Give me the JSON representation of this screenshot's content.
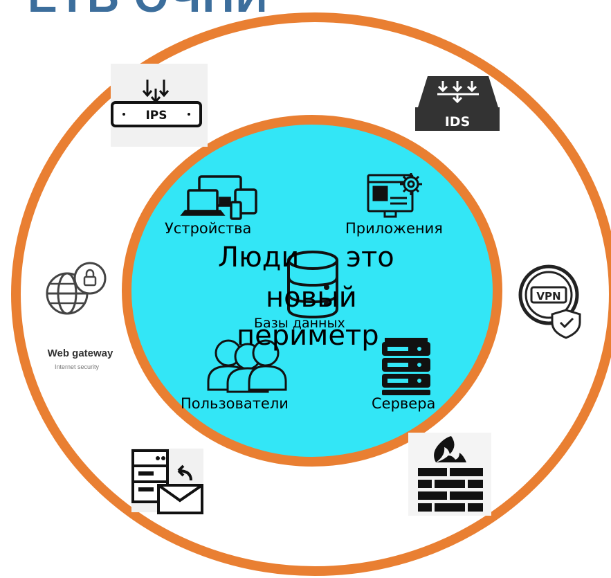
{
  "header": {
    "title": "ЕТЬ ОЧНИ"
  },
  "colors": {
    "ring": "#e97f32",
    "inner": "#33e6f6",
    "title": "#3c6e9c"
  },
  "center": {
    "line1": "Люди",
    "line2": "это",
    "line3": "новый",
    "line4": "периметр"
  },
  "inner_items": {
    "devices": "Устройства",
    "apps": "Приложения",
    "databases": "Базы данных",
    "users": "Пользователи",
    "servers": "Сервера"
  },
  "outer_items": {
    "ips": "IPS",
    "ids": "IDS",
    "vpn": "VPN",
    "web_gateway": "Web gateway",
    "web_gateway_sub": "Internet security"
  }
}
